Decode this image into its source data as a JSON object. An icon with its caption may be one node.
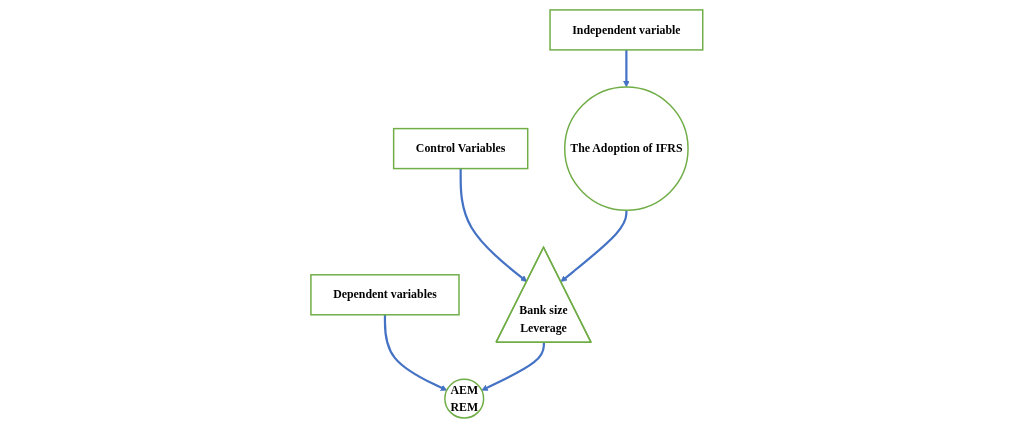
{
  "diagram": {
    "nodes": [
      {
        "text": [
          "Independent variable"
        ]
      },
      {
        "text": [
          "Control Variables"
        ]
      },
      {
        "text": [
          "Dependent variables"
        ]
      },
      {
        "text": [
          "The Adoption of IFRS"
        ]
      },
      {
        "text": [
          "Bank size",
          "Leverage"
        ]
      },
      {
        "text": [
          "AEM",
          "REM"
        ]
      }
    ],
    "edges": [
      {
        "from": 0,
        "to": 3,
        "arrow": "to"
      },
      {
        "from": 1,
        "to": 4,
        "arrow": "to"
      },
      {
        "from": 2,
        "to": 5,
        "arrow": "to"
      },
      {
        "from": 3,
        "to": 4,
        "arrow": "to"
      },
      {
        "from": 4,
        "to": 5,
        "arrow": "to"
      }
    ]
  }
}
